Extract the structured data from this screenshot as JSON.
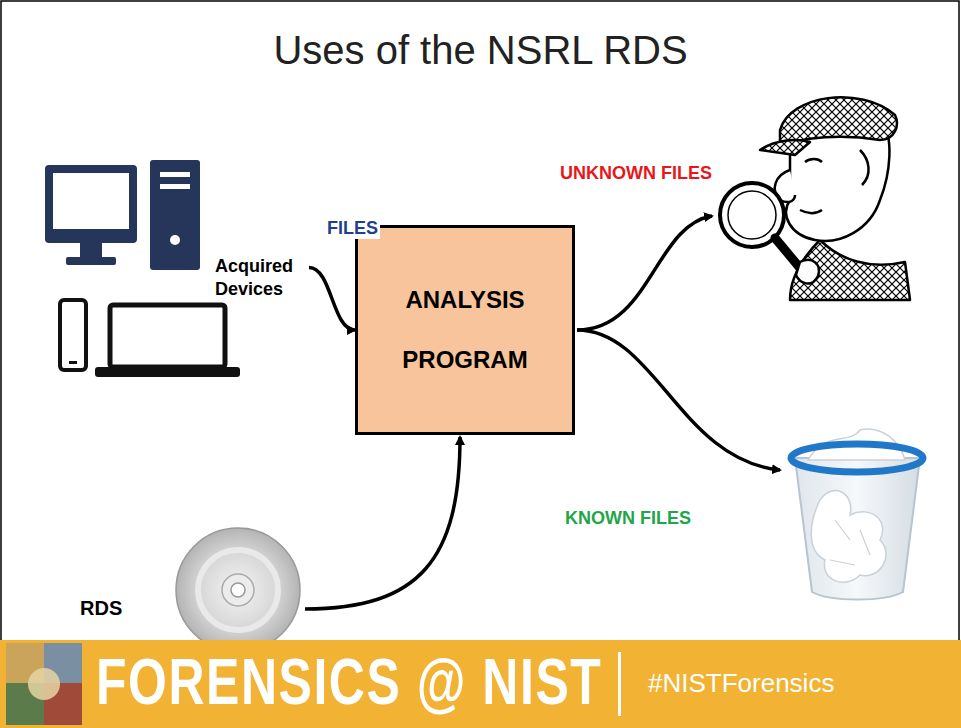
{
  "diagram": {
    "title": "Uses of the NSRL RDS",
    "nodes": [
      {
        "text": [
          "Acquired Devices"
        ]
      },
      {
        "text": [
          "ANALYSIS PROGRAM"
        ]
      },
      {
        "text": [
          "RDS"
        ]
      }
    ],
    "edges": [
      {
        "from": 0,
        "to": 1,
        "label": "FILES",
        "arrow": "to"
      },
      {
        "from": 2,
        "to": 1,
        "arrow": "to"
      }
    ],
    "labels": [
      "UNKNOWN FILES",
      "KNOWN FILES",
      "FORENSICS @ NIST",
      "#NISTForensics"
    ]
  }
}
